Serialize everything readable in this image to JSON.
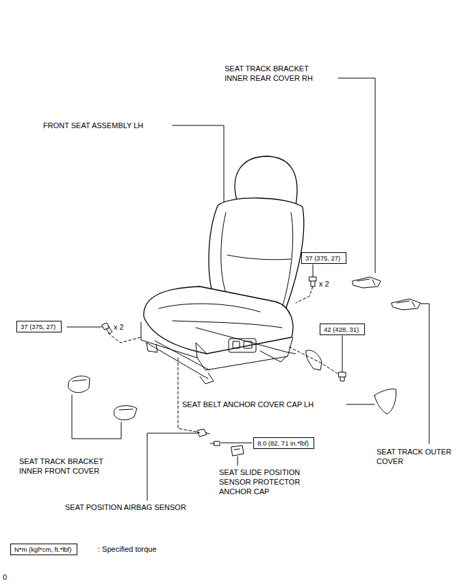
{
  "diagram": {
    "nodes": [
      {
        "text": [
          "37 (375, 27)"
        ]
      },
      {
        "text": [
          "37 (375, 27)"
        ]
      },
      {
        "text": [
          "42 (428, 31)"
        ]
      },
      {
        "text": [
          "8.0 (82, 71 in.*lbf)"
        ]
      },
      {
        "text": [
          "N*m (kgf*cm, ft.*lbf)"
        ]
      }
    ],
    "labels": [
      "SEAT TRACK BRACKET INNER REAR COVER RH",
      "FRONT SEAT ASSEMBLY LH",
      "x 2",
      "x 2",
      "SEAT BELT ANCHOR COVER CAP LH",
      "SEAT TRACK BRACKET INNER FRONT COVER",
      "SEAT TRACK OUTER COVER",
      "SEAT SLIDE POSITION SENSOR PROTECTOR ANCHOR CAP",
      "SEAT POSITION AIRBAG SENSOR",
      ": Specified torque",
      "0"
    ]
  }
}
